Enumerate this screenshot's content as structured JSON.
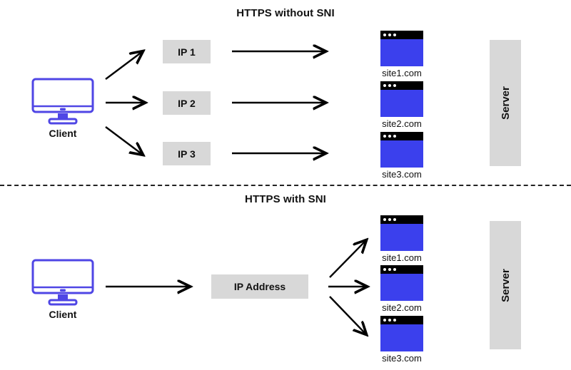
{
  "diagram": {
    "sections": [
      {
        "id": "top",
        "title": "HTTPS without SNI",
        "client": {
          "label": "Client",
          "icon": "monitor-icon"
        },
        "ip_boxes": [
          {
            "label": "IP 1"
          },
          {
            "label": "IP 2"
          },
          {
            "label": "IP 3"
          }
        ],
        "sites": [
          {
            "label": "site1.com",
            "icon": "browser-window-icon"
          },
          {
            "label": "site2.com",
            "icon": "browser-window-icon"
          },
          {
            "label": "site3.com",
            "icon": "browser-window-icon"
          }
        ],
        "server": {
          "label": "Server"
        }
      },
      {
        "id": "bottom",
        "title": "HTTPS with SNI",
        "client": {
          "label": "Client",
          "icon": "monitor-icon"
        },
        "ip_boxes": [
          {
            "label": "IP Address"
          }
        ],
        "sites": [
          {
            "label": "site1.com",
            "icon": "browser-window-icon"
          },
          {
            "label": "site2.com",
            "icon": "browser-window-icon"
          },
          {
            "label": "site3.com",
            "icon": "browser-window-icon"
          }
        ],
        "server": {
          "label": "Server"
        }
      }
    ],
    "colors": {
      "client_blue": "#4f46e5",
      "browser_blue": "#3b40ed",
      "box_gray": "#d8d8d8",
      "arrow_black": "#000000",
      "background": "#ffffff"
    }
  }
}
